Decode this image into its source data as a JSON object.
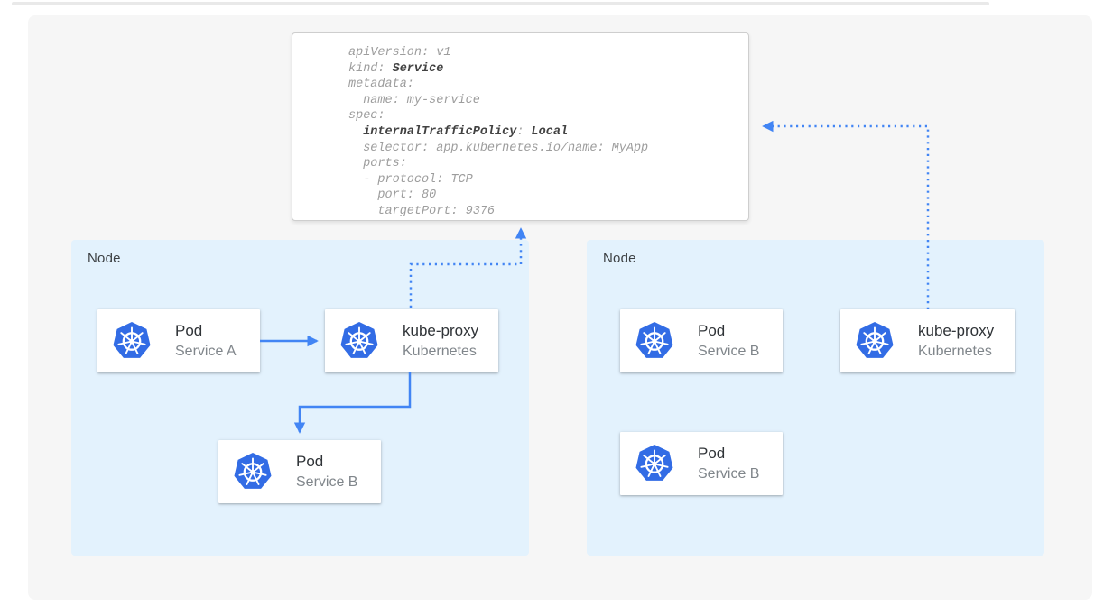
{
  "colors": {
    "arrow": "#4285f4",
    "kubernetes": "#326ce5",
    "node_bg": "#e3f2fd",
    "panel_bg": "#f6f6f6"
  },
  "code_block": {
    "lines": [
      {
        "segments": [
          {
            "text": "apiVersion: v1",
            "bold": false
          }
        ]
      },
      {
        "segments": [
          {
            "text": "kind: ",
            "bold": false
          },
          {
            "text": "Service",
            "bold": true
          }
        ]
      },
      {
        "segments": [
          {
            "text": "metadata:",
            "bold": false
          }
        ]
      },
      {
        "segments": [
          {
            "text": "  name: my-service",
            "bold": false
          }
        ]
      },
      {
        "segments": [
          {
            "text": "spec:",
            "bold": false
          }
        ]
      },
      {
        "segments": [
          {
            "text": "  ",
            "bold": false
          },
          {
            "text": "internalTrafficPolicy",
            "bold": true
          },
          {
            "text": ": ",
            "bold": false
          },
          {
            "text": "Local",
            "bold": true
          }
        ]
      },
      {
        "segments": [
          {
            "text": "  selector: app.kubernetes.io/name: MyApp",
            "bold": false
          }
        ]
      },
      {
        "segments": [
          {
            "text": "  ports:",
            "bold": false
          }
        ]
      },
      {
        "segments": [
          {
            "text": "  - protocol: TCP",
            "bold": false
          }
        ]
      },
      {
        "segments": [
          {
            "text": "    port: 80",
            "bold": false
          }
        ]
      },
      {
        "segments": [
          {
            "text": "    targetPort: 9376",
            "bold": false
          }
        ]
      }
    ]
  },
  "nodes": [
    {
      "label": "Node",
      "cards": [
        {
          "title": "Pod",
          "subtitle": "Service A"
        },
        {
          "title": "kube-proxy",
          "subtitle": "Kubernetes"
        },
        {
          "title": "Pod",
          "subtitle": "Service B"
        }
      ]
    },
    {
      "label": "Node",
      "cards": [
        {
          "title": "Pod",
          "subtitle": "Service B"
        },
        {
          "title": "kube-proxy",
          "subtitle": "Kubernetes"
        },
        {
          "title": "Pod",
          "subtitle": "Service B"
        }
      ]
    }
  ],
  "arrows": [
    {
      "from": "node1-pod-service-a",
      "to": "node1-kube-proxy",
      "style": "solid"
    },
    {
      "from": "node1-kube-proxy",
      "to": "node1-pod-service-b",
      "style": "solid"
    },
    {
      "from": "node1-kube-proxy",
      "to": "service-yaml",
      "style": "dotted"
    },
    {
      "from": "node2-kube-proxy",
      "to": "service-yaml",
      "style": "dotted"
    }
  ]
}
